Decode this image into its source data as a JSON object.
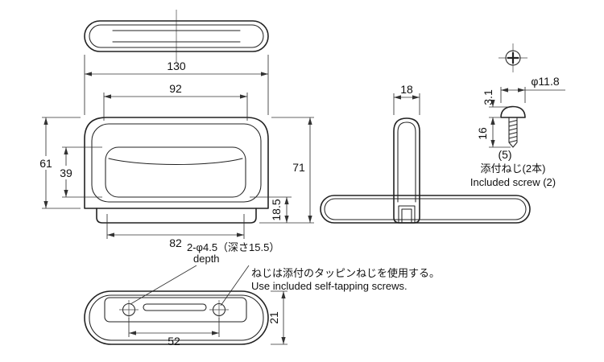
{
  "colors": {
    "line": "#222222",
    "dim": "#333333",
    "background": "#ffffff"
  },
  "front": {
    "w130": "130",
    "w92": "92",
    "h61": "61",
    "h39": "39",
    "h71": "71",
    "h18_5": "18.5",
    "w82": "82"
  },
  "side": {
    "w18": "18"
  },
  "screw": {
    "head_dia": "φ11.8",
    "head_h": "3.1",
    "len": "16",
    "tip": "(5)",
    "label_jp": "添付ねじ(2本)",
    "label_en": "Included screw (2)"
  },
  "bottom": {
    "pitch52": "52",
    "h21": "21"
  },
  "notes": {
    "holes_jp": "2-φ4.5（深さ15.5）",
    "depth_en": "depth",
    "tap_jp": "ねじは添付のタッピンねじを使用する。",
    "tap_en": "Use included self-tapping screws."
  }
}
